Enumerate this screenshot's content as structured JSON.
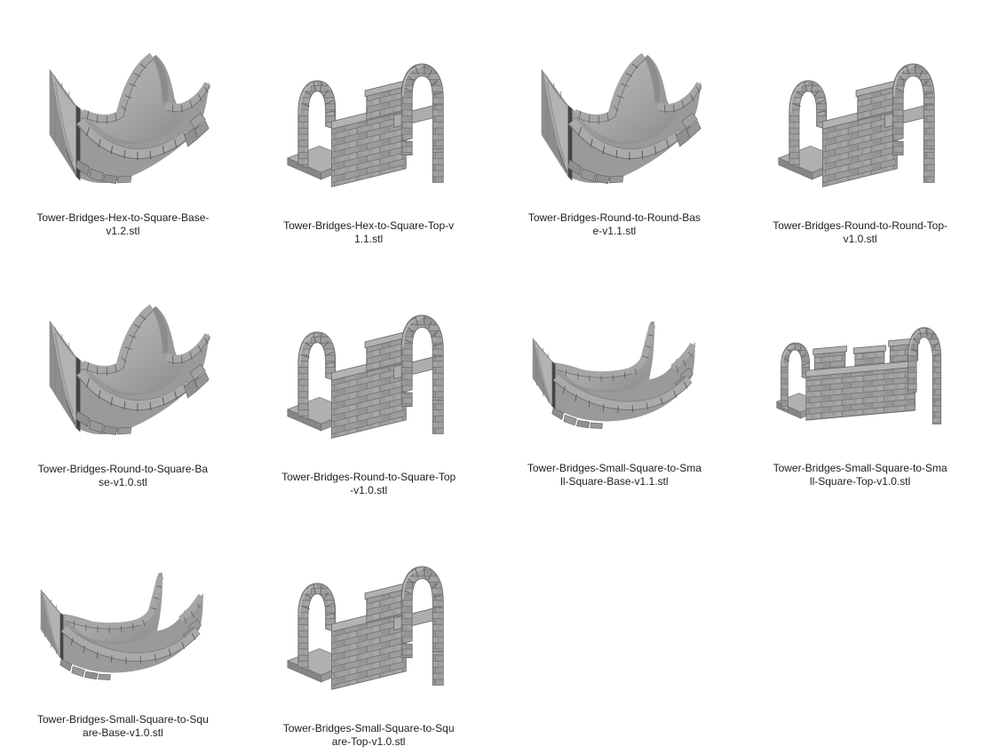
{
  "view": {
    "kind": "file-thumbnail-grid",
    "columns": 4,
    "rows": 3,
    "background": "#ffffff"
  },
  "colors": {
    "model_gray": "#9b9b9b",
    "model_light": "#b4b4b4",
    "model_mid_shadow": "#8d8d8d",
    "model_dark_edge": "#454545",
    "mortar_line": "#747474",
    "label_text": "#1d1d1d",
    "background": "#ffffff"
  },
  "files": [
    {
      "name": "Tower-Bridges-Hex-to-Square-Base-v1.2.stl",
      "thumb": "saddle-base-render"
    },
    {
      "name": "Tower-Bridges-Hex-to-Square-Top-v1.1.stl",
      "thumb": "arch-wall-render"
    },
    {
      "name": "Tower-Bridges-Round-to-Round-Base-v1.1.stl",
      "thumb": "saddle-base-render"
    },
    {
      "name": "Tower-Bridges-Round-to-Round-Top-v1.0.stl",
      "thumb": "arch-wall-render"
    },
    {
      "name": "Tower-Bridges-Round-to-Square-Base-v1.0.stl",
      "thumb": "saddle-base-render"
    },
    {
      "name": "Tower-Bridges-Round-to-Square-Top-v1.0.stl",
      "thumb": "arch-wall-render"
    },
    {
      "name": "Tower-Bridges-Small-Square-to-Small-Square-Base-v1.1.stl",
      "thumb": "channel-base-render"
    },
    {
      "name": "Tower-Bridges-Small-Square-to-Small-Square-Top-v1.0.stl",
      "thumb": "long-wall-render"
    },
    {
      "name": "Tower-Bridges-Small-Square-to-Square-Base-v1.0.stl",
      "thumb": "channel-base-render"
    },
    {
      "name": "Tower-Bridges-Small-Square-to-Square-Top-v1.0.stl",
      "thumb": "arch-wall-render"
    }
  ]
}
